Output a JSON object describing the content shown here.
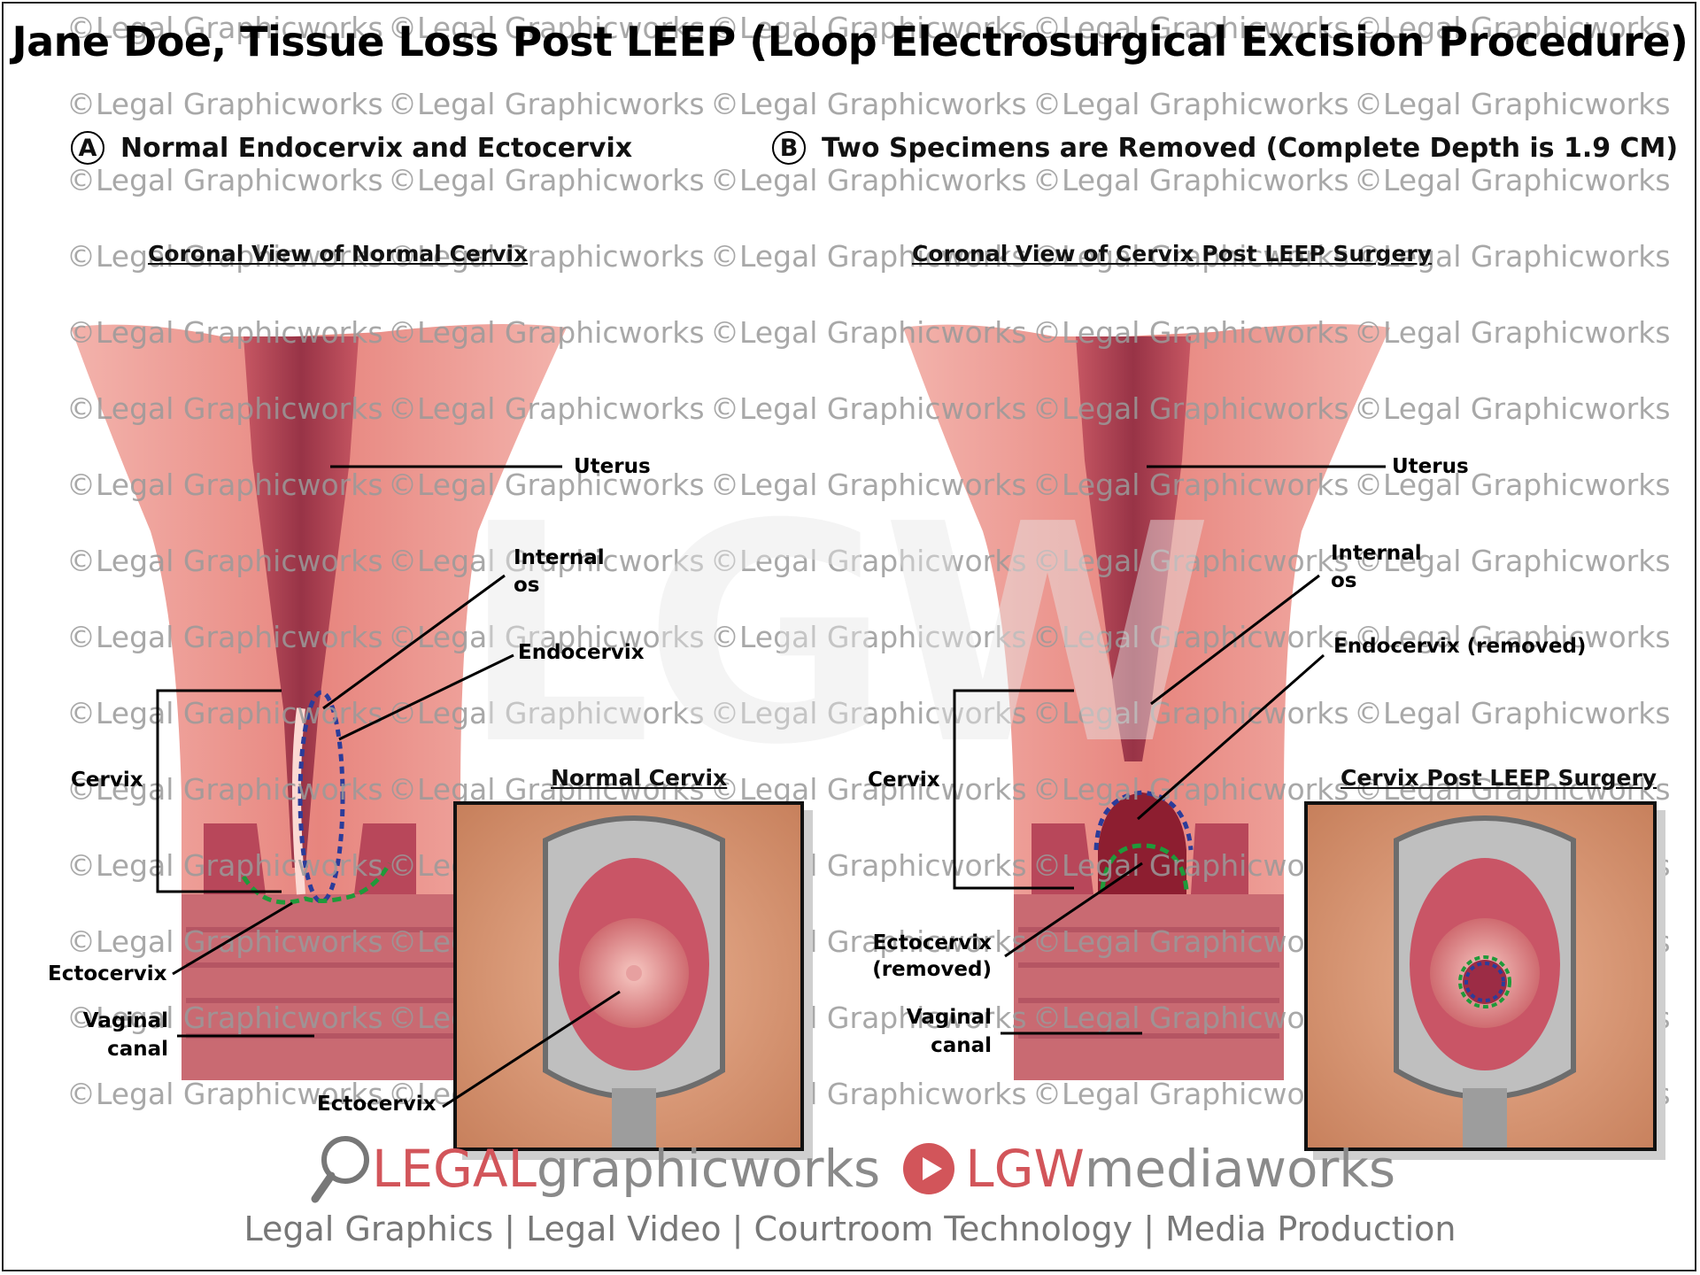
{
  "title": "Jane Doe, Tissue Loss Post LEEP (Loop Electrosurgical Excision Procedure)",
  "section_a": {
    "marker": "A",
    "heading": "Normal Endocervix and Ectocervix"
  },
  "section_b": {
    "marker": "B",
    "heading": "Two Specimens are Removed (Complete Depth is 1.9 CM)"
  },
  "left_view": {
    "title": "Coronal View of Normal Cervix",
    "labels": {
      "uterus": "Uterus",
      "internal_os_1": "Internal",
      "internal_os_2": "os",
      "endocervix": "Endocervix",
      "cervix": "Cervix",
      "ectocervix": "Ectocervix",
      "vaginal_canal_1": "Vaginal",
      "vaginal_canal_2": "canal"
    },
    "inset_title": "Normal Cervix",
    "inset_label": "Ectocervix"
  },
  "right_view": {
    "title": "Coronal View of Cervix Post LEEP Surgery",
    "labels": {
      "uterus": "Uterus",
      "internal_os_1": "Internal",
      "internal_os_2": "os",
      "endocervix": "Endocervix (removed)",
      "cervix": "Cervix",
      "ectocervix_1": "Ectocervix",
      "ectocervix_2": "(removed)",
      "vaginal_canal_1": "Vaginal",
      "vaginal_canal_2": "canal"
    },
    "inset_title": "Cervix Post LEEP Surgery"
  },
  "watermark": "©Legal Graphicworks",
  "big_watermark": "LGW",
  "footer": {
    "brand1_red": "LEGAL",
    "brand1_gray": " graphicworks",
    "brand2_red": "LGW",
    "brand2_gray": " mediaworks",
    "tagline": "Legal Graphics | Legal Video | Courtroom Technology | Media Production"
  },
  "colors": {
    "tissue": "#e8857f",
    "tissue_dark": "#b73c4a",
    "endocervix_outline": "#2b3c9a",
    "ectocervix_outline": "#1f9a3a"
  }
}
